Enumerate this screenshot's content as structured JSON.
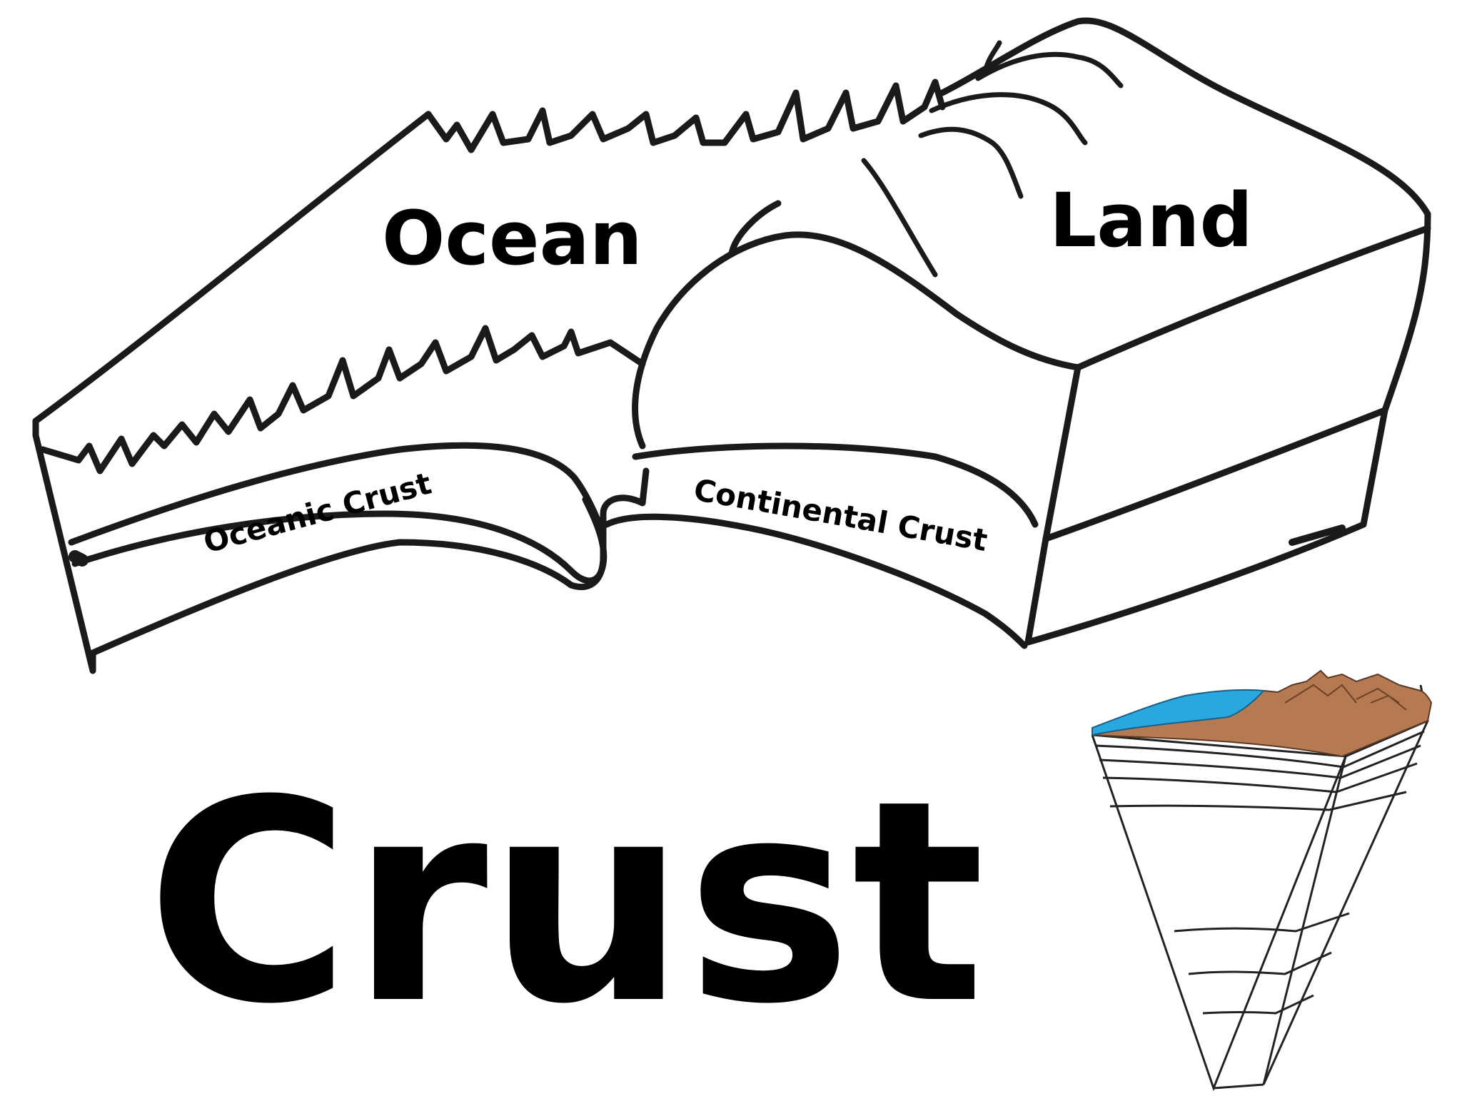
{
  "labels": {
    "ocean": "Ocean",
    "land": "Land",
    "oceanic_crust": "Oceanic Crust",
    "continental_crust": "Continental Crust"
  },
  "title": "Crust",
  "colors": {
    "ink": "#1a1a1a",
    "water": "#29a8e0",
    "soil": "#b57a52",
    "background": "#ffffff"
  }
}
